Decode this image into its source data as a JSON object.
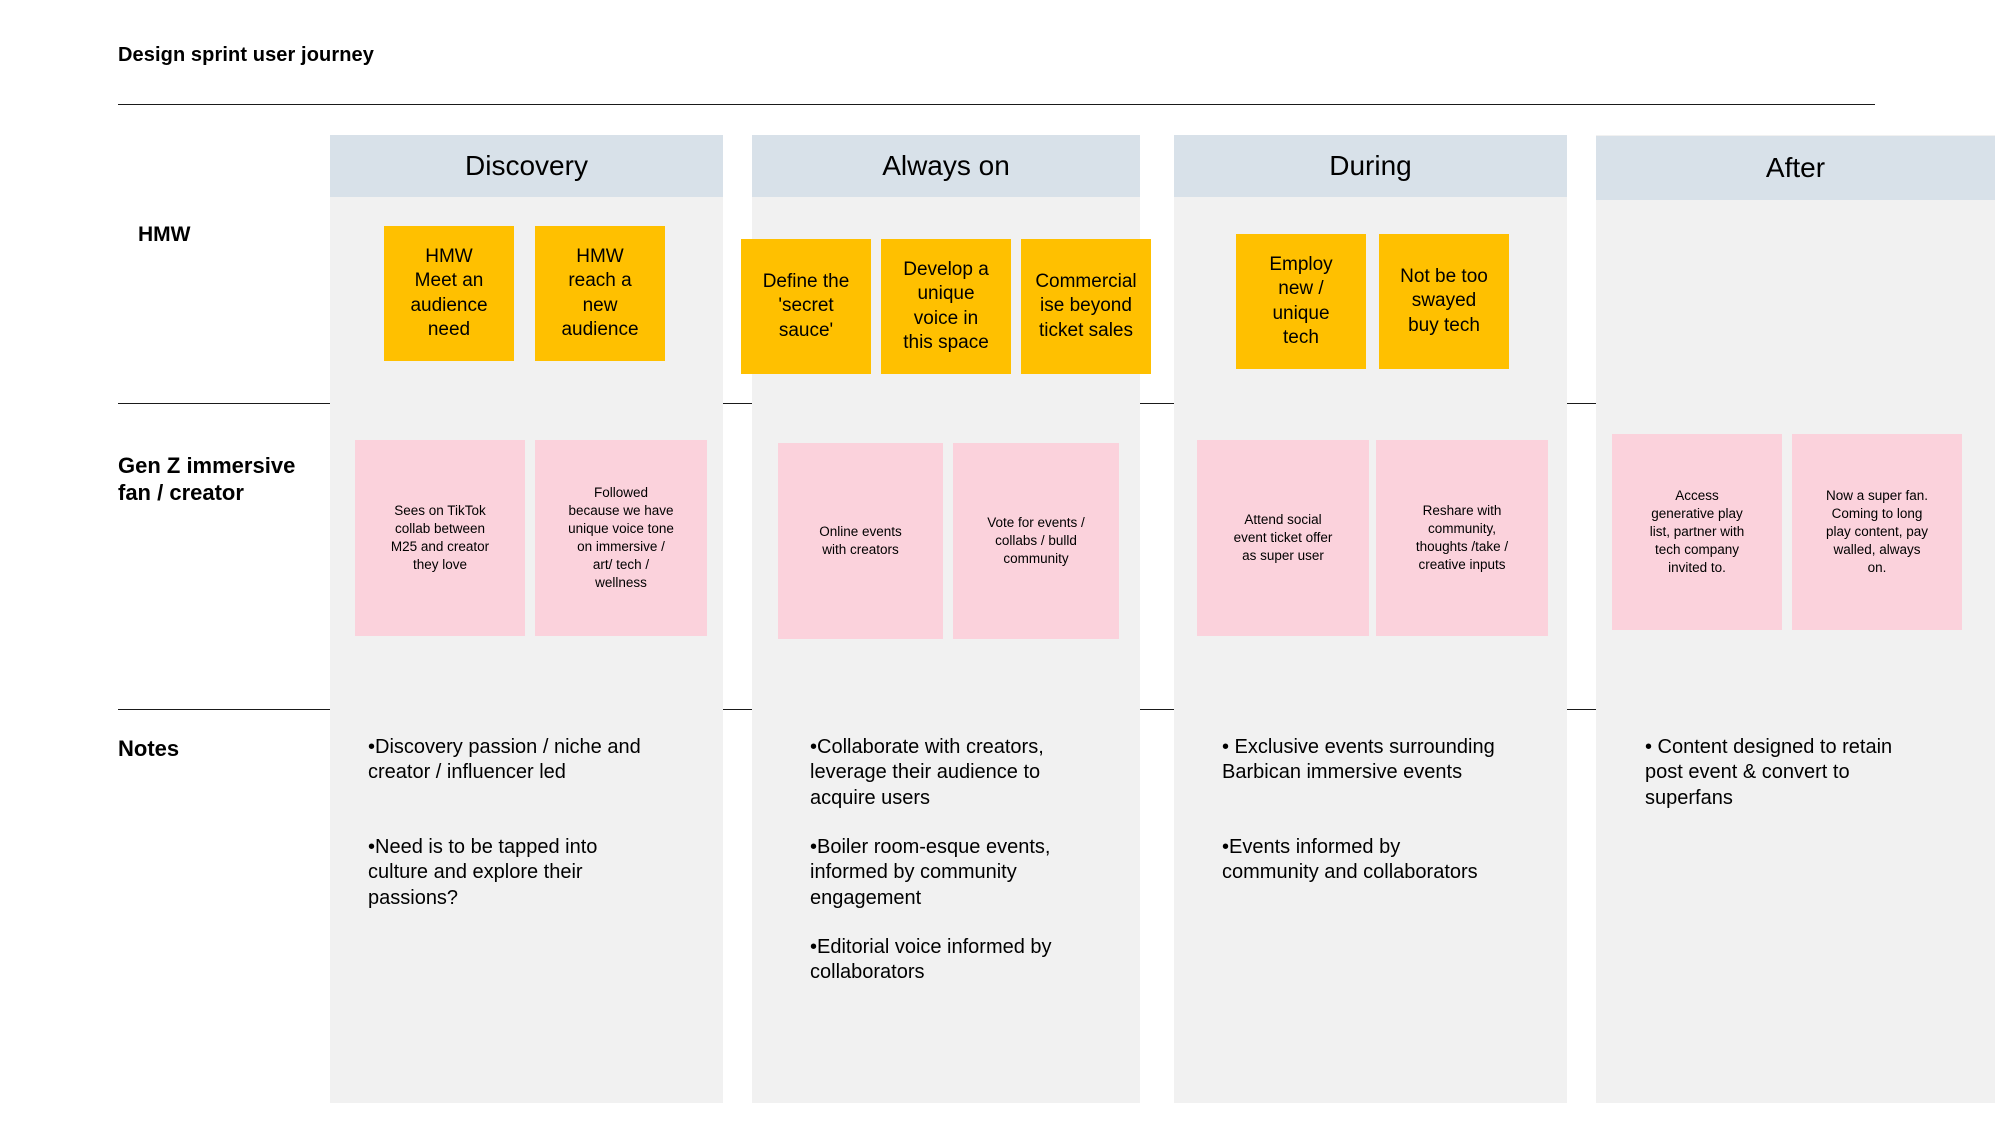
{
  "page": {
    "title": "Design sprint user journey"
  },
  "rows": [
    {
      "id": "hmw",
      "label": "HMW"
    },
    {
      "id": "genz",
      "label": "Gen Z\nimmersive\nfan / creator"
    },
    {
      "id": "notes",
      "label": "Notes"
    }
  ],
  "columns": [
    {
      "id": "discovery",
      "header": "Discovery"
    },
    {
      "id": "always-on",
      "header": "Always on"
    },
    {
      "id": "during",
      "header": "During"
    },
    {
      "id": "after",
      "header": "After"
    }
  ],
  "hmw_notes": {
    "discovery": [
      "HMW\nMeet an\naudience\nneed",
      "HMW\nreach a\nnew\naudience"
    ],
    "always_on": [
      "Define the\n'secret\nsauce'",
      "Develop a\nunique\nvoice in\nthis space",
      "Commercial\nise beyond\nticket sales"
    ],
    "during": [
      "Employ\nnew /\nunique\ntech",
      "Not be too\nswayed\nbuy tech"
    ],
    "after": []
  },
  "genz_notes": {
    "discovery": [
      "Sees on TikTok\ncollab between\nM25 and creator\nthey love",
      "Followed\nbecause we have\nunique voice tone\non immersive /\nart/ tech /\nwellness"
    ],
    "always_on": [
      "Online events\nwith creators",
      "Vote for events /\ncollabs / bulld\ncommunity"
    ],
    "during": [
      "Attend social\nevent ticket offer\nas super user",
      "Reshare with\ncommunity,\nthoughts /take /\ncreative inputs"
    ],
    "after": [
      "Access\ngenerative play\nlist, partner with\ntech company\ninvited to.",
      "Now a super fan.\nComing to long\nplay content, pay\nwalled, always\non."
    ]
  },
  "notes_text": {
    "discovery": [
      "•Discovery passion / niche and\ncreator / influencer led",
      "•Need is to be tapped into\nculture and explore their\npassions?"
    ],
    "always_on": [
      "•Collaborate with creators,\nleverage their audience to\nacquire users",
      "•Boiler room-esque events,\ninformed by community\nengagement",
      "•Editorial voice informed by\ncollaborators"
    ],
    "during": [
      "• Exclusive events surrounding\nBarbican immersive events",
      "•Events informed by\ncommunity and collaborators"
    ],
    "after": [
      "• Content designed to retain\npost event & convert to\nsuperfans"
    ]
  },
  "colors": {
    "header_blue": "#d8e1e9",
    "panel_grey": "#f1f1f1",
    "hmw_yellow": "#ffc000",
    "genz_pink": "#fbd2dc",
    "rule": "#1a1a1a"
  }
}
